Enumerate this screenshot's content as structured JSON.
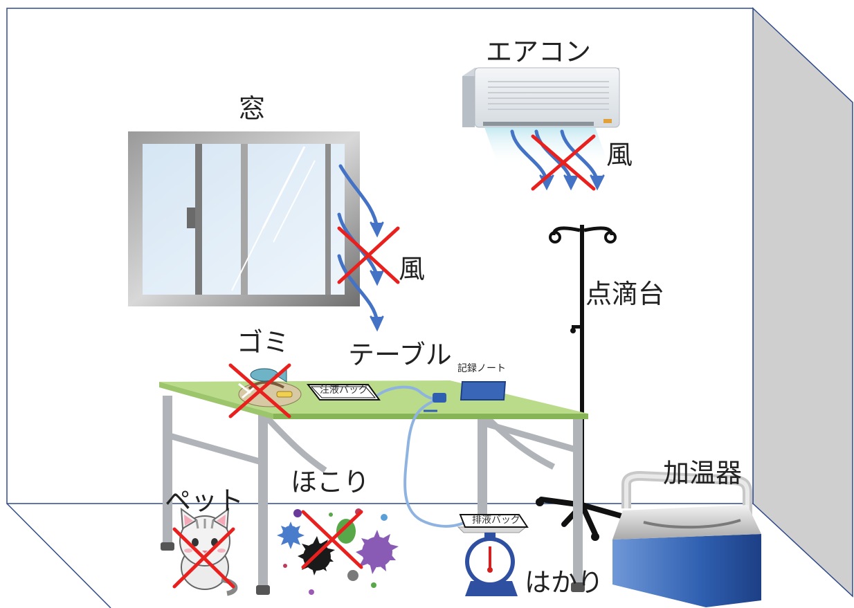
{
  "labels": {
    "window": "窓",
    "aircon": "エアコン",
    "wind_window": "風",
    "wind_aircon": "風",
    "iv_stand": "点滴台",
    "trash": "ゴミ",
    "table": "テーブル",
    "record_note": "記録ノート",
    "infusion_bag": "注液バッグ",
    "drain_bag": "排液バッグ",
    "pet": "ペット",
    "dust": "ほこり",
    "scale": "はかり",
    "warmer": "加温器"
  },
  "colors": {
    "room_line": "#2f4a8a",
    "side_wall": "#cfcfcf",
    "cross": "#e8201e",
    "wind_arrow": "#4472c4",
    "table_top": "#b9db8a",
    "table_leg": "#b0b4b8",
    "tube": "#8fb3e0",
    "warmer_body": "#2f5fb0",
    "note": "#3a66b8"
  },
  "icons": [
    "window",
    "air-conditioner",
    "wind-arrow",
    "iv-stand",
    "table",
    "cat",
    "germs",
    "fish-bone-trash",
    "weighing-scale",
    "cooler-warmer"
  ]
}
